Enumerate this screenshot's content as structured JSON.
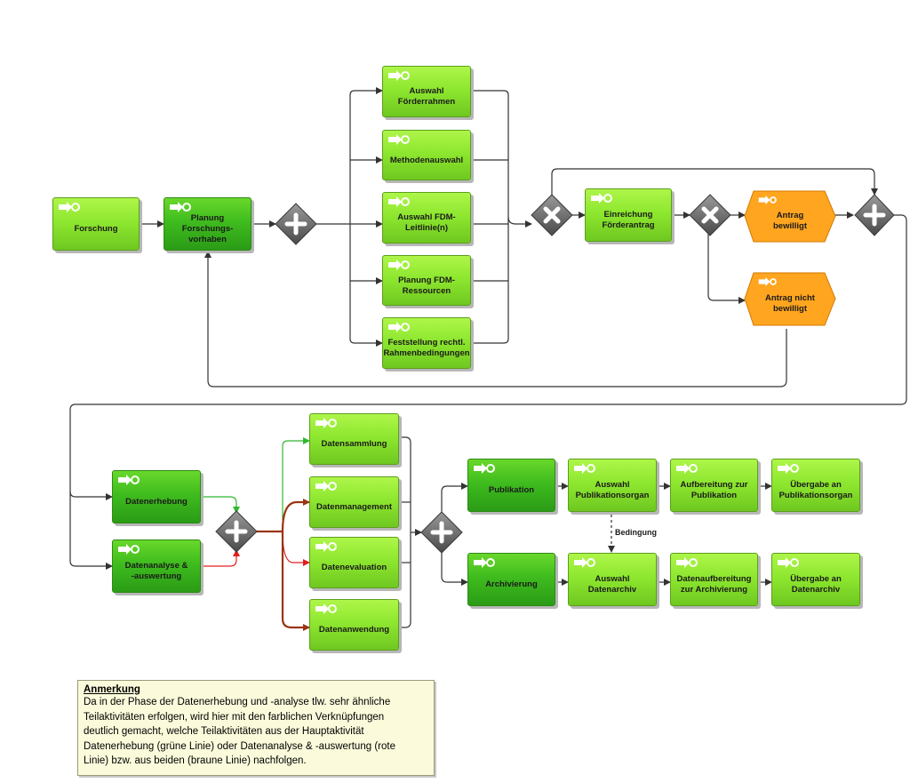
{
  "tasks": {
    "forschung": "Forschung",
    "planung": "Planung Forschungs-\nvorhaben",
    "foerderrahmen": "Auswahl\nFörderrahmen",
    "methoden": "Methodenauswahl",
    "leitlinie": "Auswahl FDM-\nLeitlinie(n)",
    "ressourcen": "Planung FDM-\nRessourcen",
    "feststellung": "Feststellung rechtl.\nRahmenbedingungen",
    "einreichung": "Einreichung\nFörderantrag",
    "erhebung": "Datenerhebung",
    "analyse": "Datenanalyse &\n-auswertung",
    "sammlung": "Datensammlung",
    "management": "Datenmanagement",
    "evaluation": "Datenevaluation",
    "anwendung": "Datenanwendung",
    "publikation": "Publikation",
    "archivierung": "Archivierung",
    "auswahl_pub": "Auswahl\nPublikationsorgan",
    "aufbereitung_pub": "Aufbereitung zur\nPublikation",
    "uebergabe_pub": "Übergabe an\nPublikationsorgan",
    "auswahl_arch": "Auswahl\nDatenarchiv",
    "aufbereitung_arch": "Datenaufbereitung\nzur Archivierung",
    "uebergabe_arch": "Übergabe an\nDatenarchiv"
  },
  "events": {
    "bewilligt": "Antrag bewilligt",
    "nicht_bewilligt": "Antrag nicht\nbewilligt"
  },
  "condition_label": "Bedingung",
  "note": {
    "title": "Anmerkung",
    "lines": [
      "Da in der Phase der Datenerhebung und -analyse tlw. sehr ähnliche",
      "Teilaktivitäten erfolgen, wird hier mit den farblichen Verknüpfungen",
      "deutlich gemacht, welche Teilaktivitäten aus der Hauptaktivität",
      "Datenerhebung (grüne Linie) oder Datenanalyse & -auswertung (rote",
      "Linie) bzw. aus beiden (braune Linie) nachfolgen."
    ]
  },
  "colors": {
    "task_light": "#8ee72f",
    "task_dark": "#3fbc1e",
    "event_orange": "#ffa51f",
    "line_green": "#2eb82e",
    "line_red": "#e02020",
    "line_brown": "#9a3412",
    "gateway": "#6e6e6e"
  }
}
